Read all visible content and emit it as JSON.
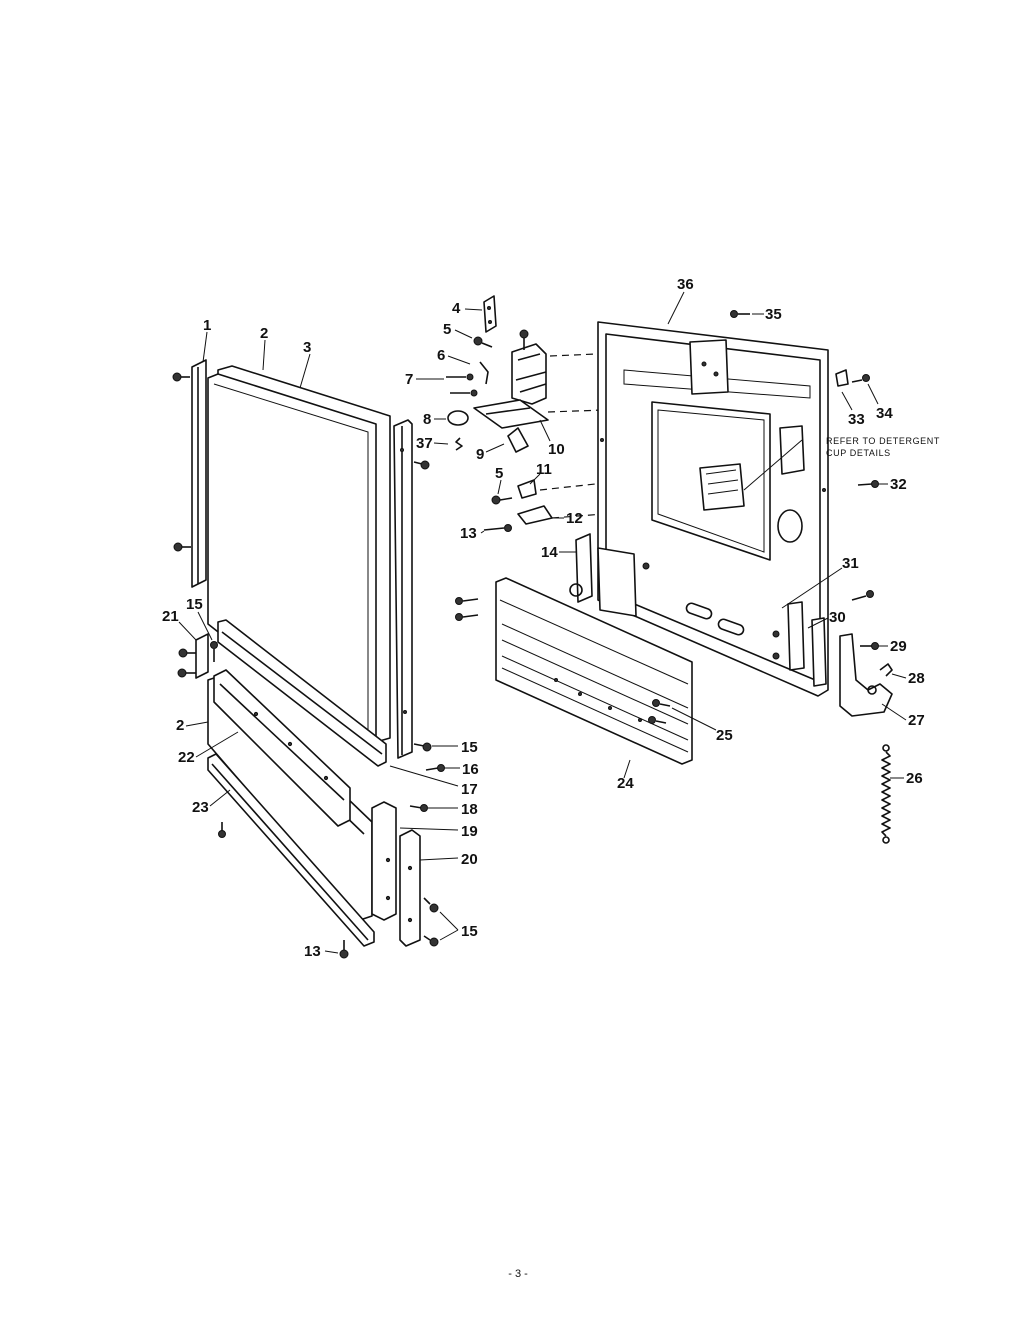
{
  "diagram": {
    "callouts": [
      "1",
      "2",
      "3",
      "4",
      "5",
      "6",
      "7",
      "8",
      "37",
      "9",
      "10",
      "5",
      "11",
      "13",
      "12",
      "14",
      "21",
      "15",
      "2",
      "22",
      "23",
      "15",
      "16",
      "17",
      "18",
      "19",
      "20",
      "15",
      "13",
      "36",
      "35",
      "33",
      "34",
      "32",
      "31",
      "30",
      "29",
      "28",
      "27",
      "26",
      "25",
      "24"
    ],
    "note": [
      "REFER TO DETERGENT",
      "CUP DETAILS"
    ]
  },
  "page_number": "- 3 -"
}
